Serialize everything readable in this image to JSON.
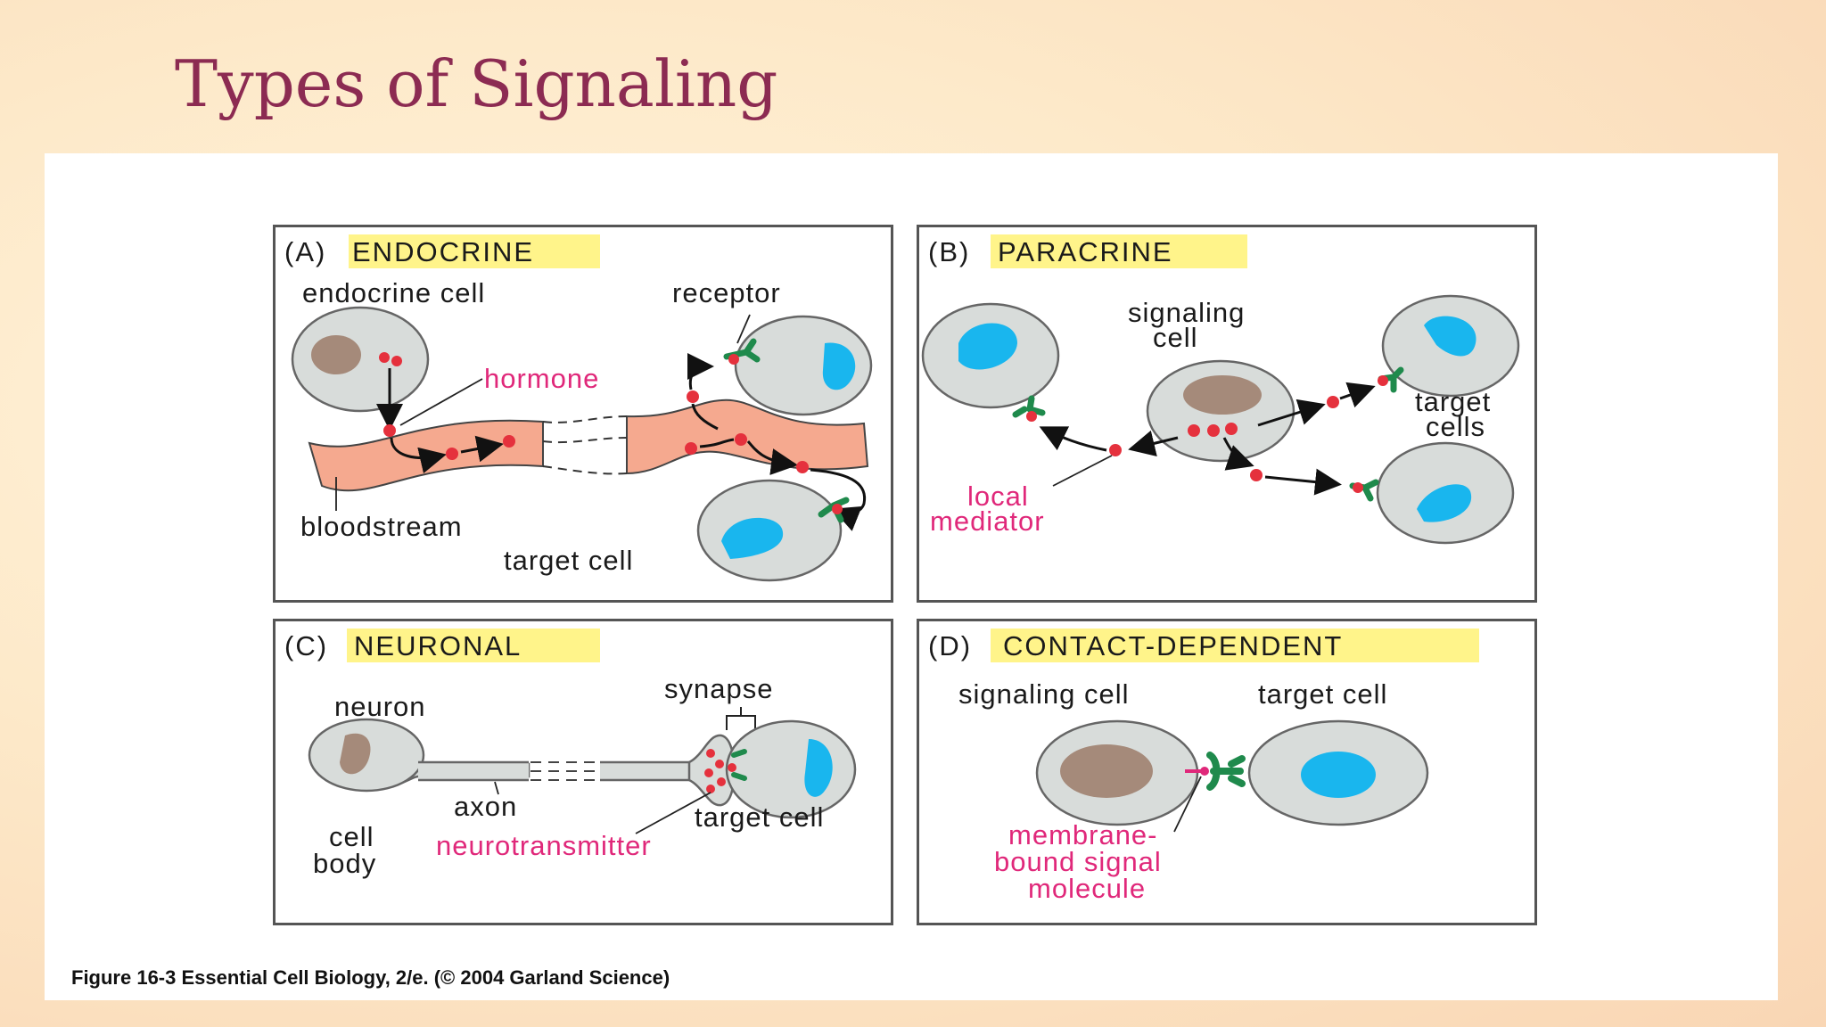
{
  "slide": {
    "title": "Types of Signaling"
  },
  "figure": {
    "caption": "Figure 16-3   Essential Cell Biology, 2/e. (© 2004 Garland Science)",
    "panels": {
      "a": {
        "letter": "(A)",
        "heading": "ENDOCRINE",
        "labels": {
          "endocrine_cell": "endocrine cell",
          "receptor": "receptor",
          "hormone": "hormone",
          "bloodstream": "bloodstream",
          "target_cell": "target cell"
        }
      },
      "b": {
        "letter": "(B)",
        "heading": "PARACRINE",
        "labels": {
          "signaling_1": "signaling",
          "signaling_2": "cell",
          "target_1": "target",
          "target_2": "cells",
          "local": "local",
          "mediator": "mediator"
        }
      },
      "c": {
        "letter": "(C)",
        "heading": "NEURONAL",
        "labels": {
          "neuron": "neuron",
          "synapse": "synapse",
          "axon": "axon",
          "cell": "cell",
          "body": "body",
          "target_cell": "target cell",
          "neurotransmitter": "neurotransmitter"
        }
      },
      "d": {
        "letter": "(D)",
        "heading": "CONTACT-DEPENDENT",
        "labels": {
          "signaling_cell": "signaling cell",
          "target_cell": "target cell",
          "membrane_1": "membrane-",
          "membrane_2": "bound signal",
          "membrane_3": "molecule"
        }
      }
    }
  },
  "colors": {
    "title": "#8c2b52",
    "heading_highlight": "#fff48a",
    "cell_fill": "#d8dcda",
    "nucleus_brown": "#a58a7a",
    "nucleus_blue": "#19b6ee",
    "signal_red": "#e5313d",
    "receptor_green": "#1f8a4c",
    "bloodstream": "#f5a98f",
    "label_pink": "#e0287a"
  }
}
